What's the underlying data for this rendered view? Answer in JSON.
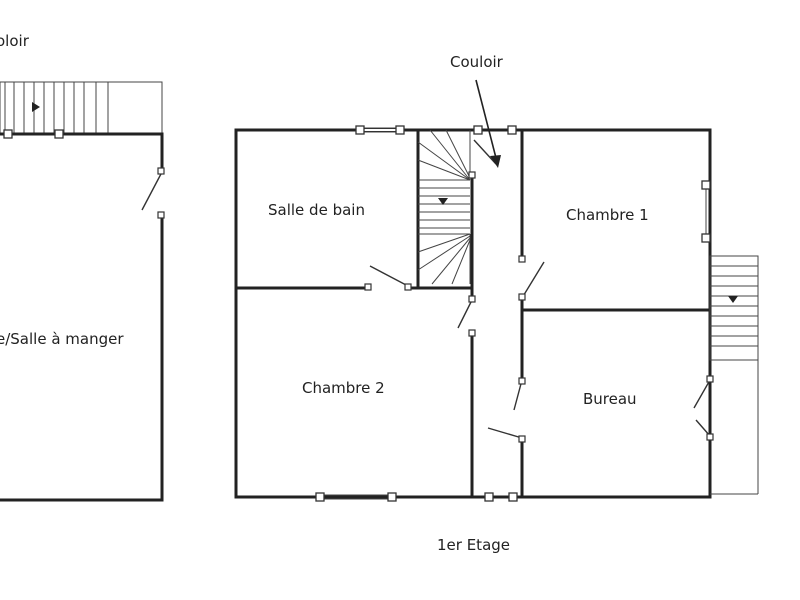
{
  "labels": {
    "corridor_left": "oloir",
    "corridor": "Couloir",
    "bathroom": "Salle de bain",
    "bedroom1": "Chambre 1",
    "bedroom2": "Chambre 2",
    "office": "Bureau",
    "living_dining": "e/Salle à manger",
    "floor": "1er Etage"
  }
}
